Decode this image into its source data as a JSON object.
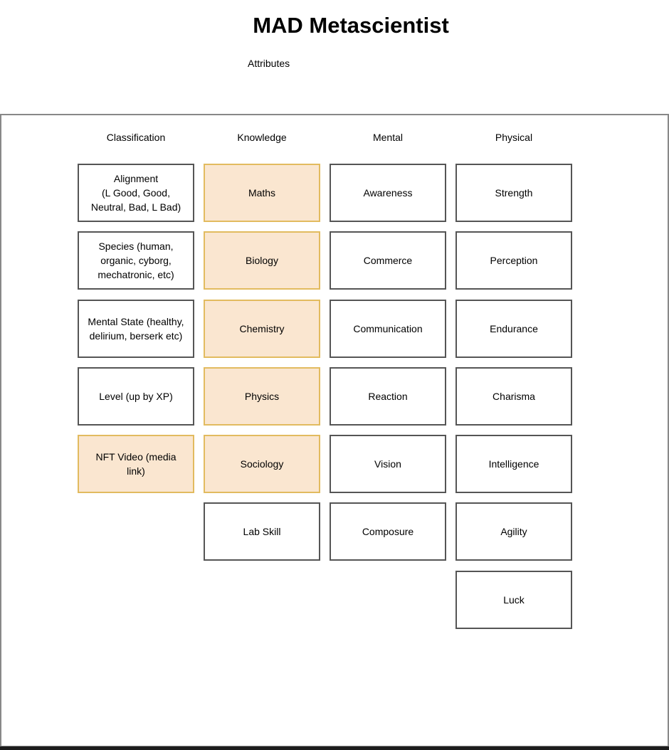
{
  "title": "MAD Metascientist",
  "subtitle": "Attributes",
  "colors": {
    "highlight_fill": "#fae6d0",
    "highlight_border": "#e2bb5f",
    "box_border": "#555555"
  },
  "columns": [
    {
      "header": "Classification",
      "items": [
        {
          "label": "Alignment\n(L Good, Good,\nNeutral, Bad, L Bad)",
          "highlighted": false
        },
        {
          "label": "Species (human,\norganic, cyborg,\nmechatronic, etc)",
          "highlighted": false
        },
        {
          "label": "Mental State (healthy,\ndelirium, berserk etc)",
          "highlighted": false
        },
        {
          "label": "Level (up by XP)",
          "highlighted": false
        },
        {
          "label": "NFT Video (media\nlink)",
          "highlighted": true
        }
      ]
    },
    {
      "header": "Knowledge",
      "items": [
        {
          "label": "Maths",
          "highlighted": true
        },
        {
          "label": "Biology",
          "highlighted": true
        },
        {
          "label": "Chemistry",
          "highlighted": true
        },
        {
          "label": "Physics",
          "highlighted": true
        },
        {
          "label": "Sociology",
          "highlighted": true
        },
        {
          "label": "Lab Skill",
          "highlighted": false
        }
      ]
    },
    {
      "header": "Mental",
      "items": [
        {
          "label": "Awareness",
          "highlighted": false
        },
        {
          "label": "Commerce",
          "highlighted": false
        },
        {
          "label": "Communication",
          "highlighted": false
        },
        {
          "label": "Reaction",
          "highlighted": false
        },
        {
          "label": "Vision",
          "highlighted": false
        },
        {
          "label": "Composure",
          "highlighted": false
        }
      ]
    },
    {
      "header": "Physical",
      "items": [
        {
          "label": "Strength",
          "highlighted": false
        },
        {
          "label": "Perception",
          "highlighted": false
        },
        {
          "label": "Endurance",
          "highlighted": false
        },
        {
          "label": "Charisma",
          "highlighted": false
        },
        {
          "label": "Intelligence",
          "highlighted": false
        },
        {
          "label": "Agility",
          "highlighted": false
        },
        {
          "label": "Luck",
          "highlighted": false
        }
      ]
    }
  ]
}
